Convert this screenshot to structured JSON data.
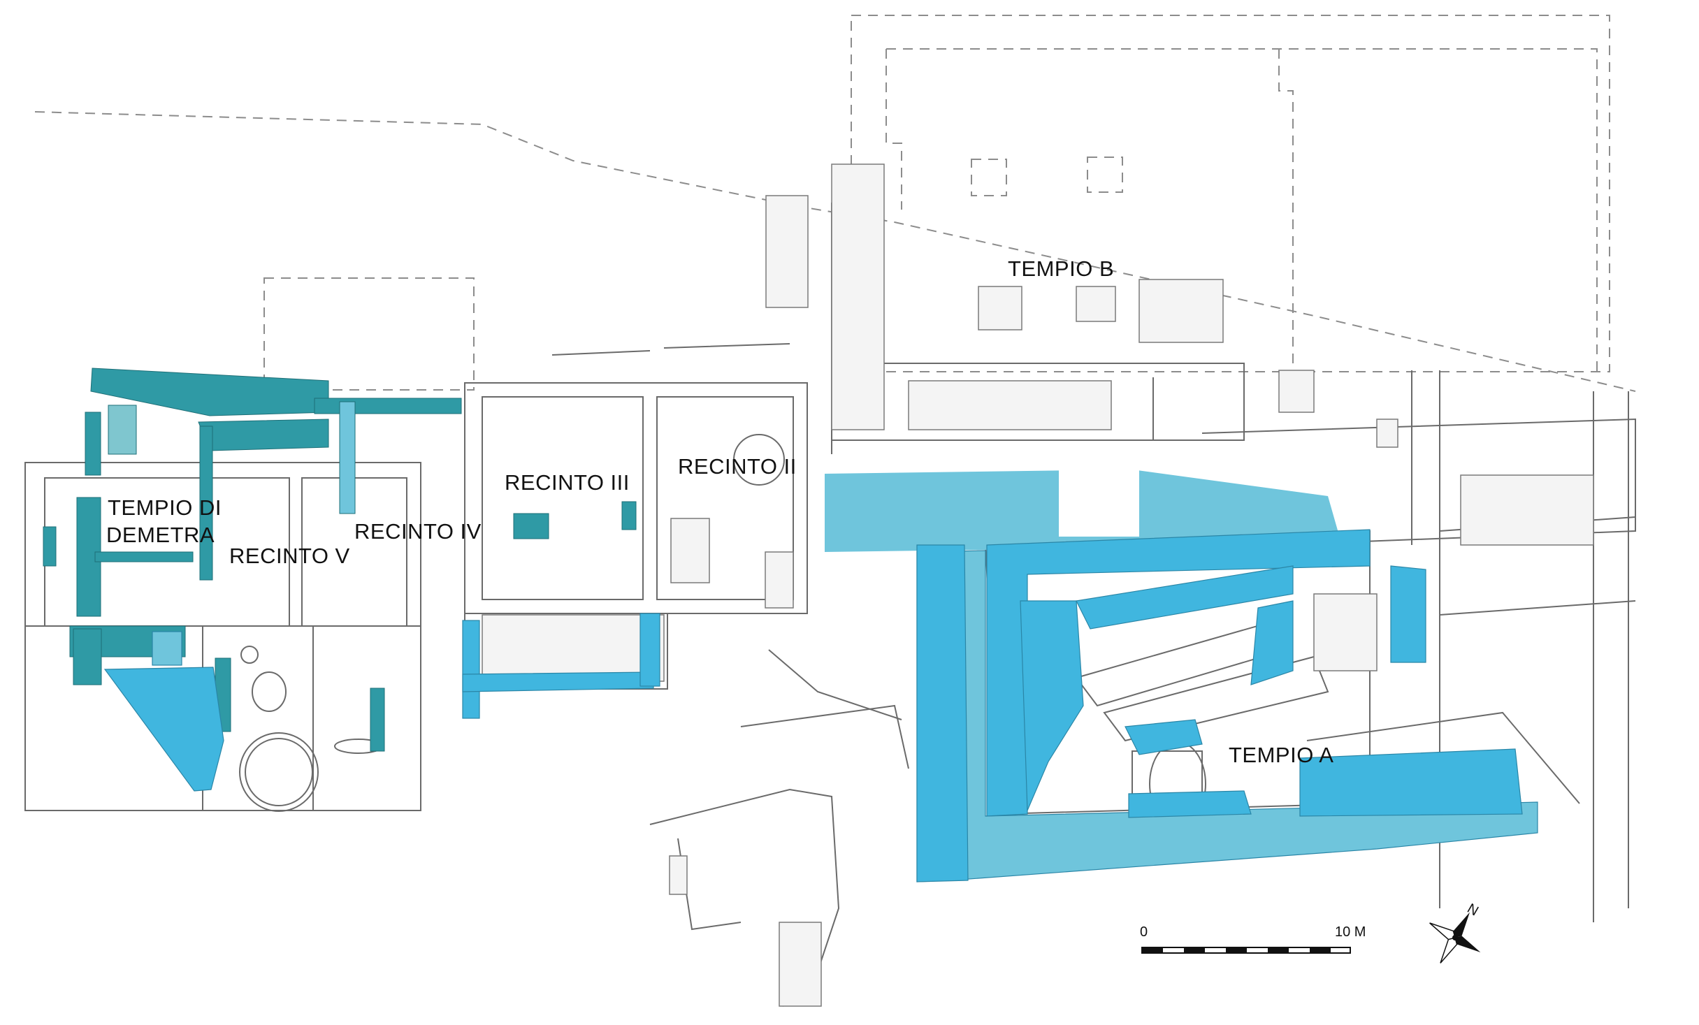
{
  "colors": {
    "excavated_fill": "#40b6df",
    "excavated_light": "#6fc5dc",
    "teal_structure": "#2f9aa5",
    "wall_outline": "#6a6a6a",
    "reconstruction_line": "#8c8c8c",
    "background": "#ffffff"
  },
  "labels": {
    "tempio_b": "TEMPIO B",
    "recinto_iii": "RECINTO III",
    "recinto_ii": "RECINTO II",
    "tempio_demetra_line1": "TEMPIO DI",
    "tempio_demetra_line2": "DEMETRA",
    "recinto_v": "RECINTO V",
    "recinto_iv": "RECINTO IV",
    "tempio_a": "TEMPIO A"
  },
  "scale_bar": {
    "start_label": "0",
    "end_label": "10 M"
  },
  "compass": {
    "north_label": "N",
    "icon": "compass-rose-icon"
  }
}
